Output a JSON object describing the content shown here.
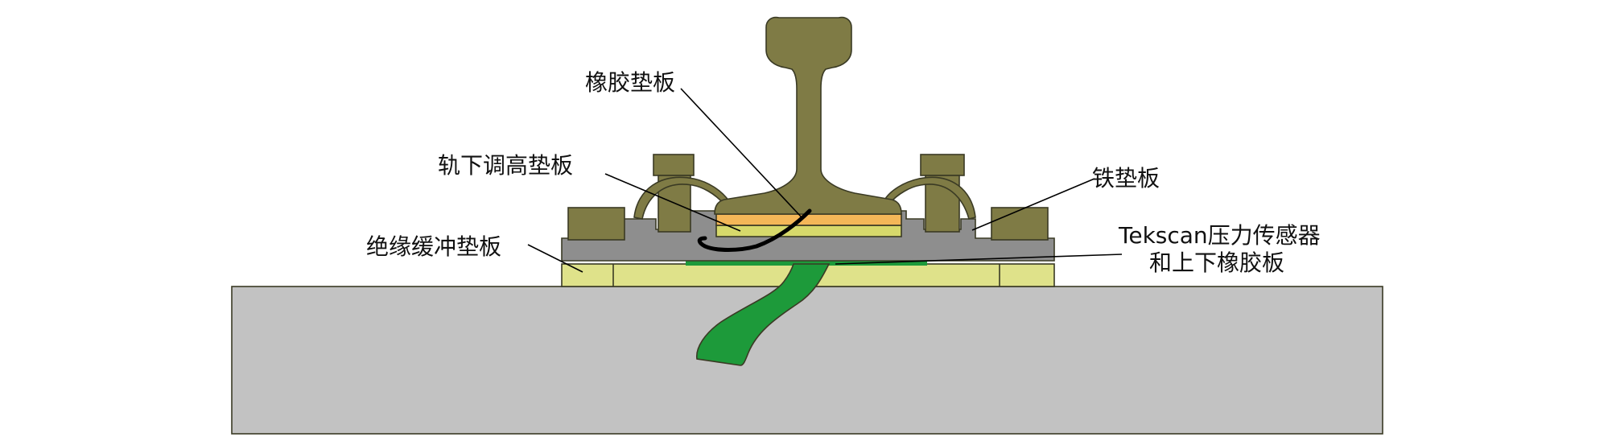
{
  "colors": {
    "rail": "#7f7b45",
    "rail_edge": "#3a3a24",
    "baseplate": "#8e8e8e",
    "foundation": "#c2c2c2",
    "insulating_pad": "#dfe28a",
    "adjust_pad": "#d7d96b",
    "rubber_pad": "#f4b758",
    "sensor": "#1d9a3a",
    "cable": "#000000"
  },
  "labels": {
    "rubber_pad": "橡胶垫板",
    "adjust_pad": "轨下调高垫板",
    "iron_plate": "铁垫板",
    "insulating_pad": "绝缘缓冲垫板",
    "sensor_line1": "Tekscan压力传感器",
    "sensor_line2": "和上下橡胶板"
  }
}
